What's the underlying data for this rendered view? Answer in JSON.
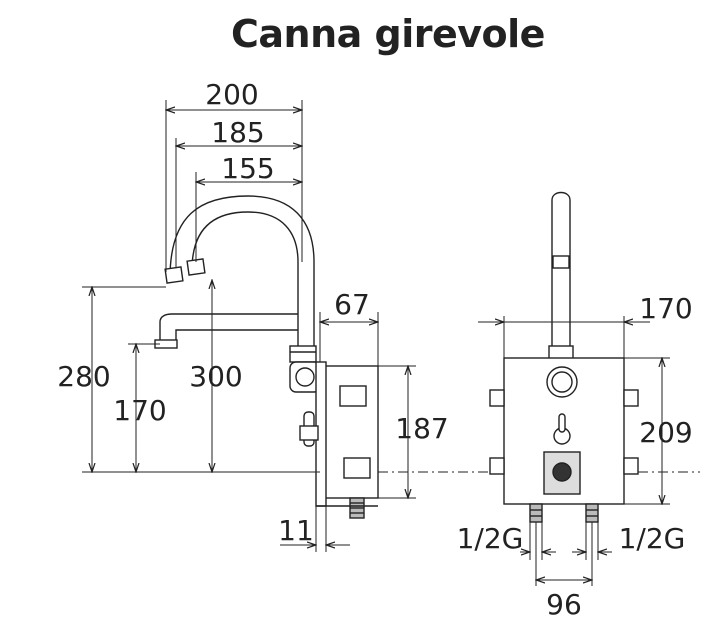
{
  "title": "Canna girevole",
  "side_view": {
    "dim_top_1": "200",
    "dim_top_2": "185",
    "dim_top_3": "155",
    "dim_left_outer": "280",
    "dim_left_inner": "170",
    "dim_spout_height": "300",
    "dim_box_depth": "67",
    "dim_box_height": "187",
    "dim_bottom": "11"
  },
  "front_view": {
    "dim_width": "170",
    "dim_height": "209",
    "dim_inlet_spacing": "96",
    "inlet_left": "1/2G",
    "inlet_right": "1/2G"
  },
  "colors": {
    "line": "#222222",
    "fill_dark": "#333333",
    "grey_fill": "#dddddd"
  }
}
